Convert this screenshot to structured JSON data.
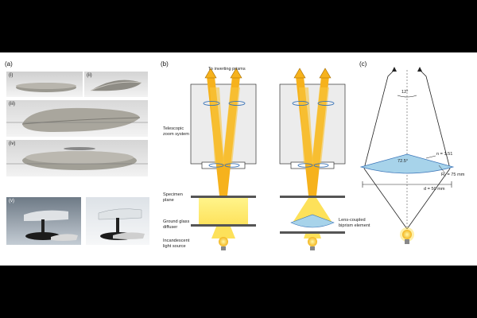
{
  "panels": {
    "a": {
      "label": "(a)",
      "sublabels": [
        "(i)",
        "(ii)",
        "(iii)",
        "(iv)",
        "(v)",
        ""
      ]
    },
    "b": {
      "label": "(b)",
      "to_prisms": "To inverting prisms",
      "zoom_system": [
        "Telescopic",
        "zoom system"
      ],
      "specimen": [
        "Specimen",
        "plane"
      ],
      "diffuser": [
        "Ground glass",
        "diffuser"
      ],
      "source": [
        "Incandescent",
        "light source"
      ],
      "biprism": [
        "Lens-coupled",
        "biprism element"
      ]
    },
    "c": {
      "label": "(c)",
      "angle_top": "12°",
      "angle_apex": "72.5°",
      "refractive_index": "n = 1.51",
      "radius": "R₁ = 75 mm",
      "diameter": "d = 50 mm"
    }
  },
  "colors": {
    "background": "#000000",
    "panel": "#ffffff",
    "beam": "#f6b21c",
    "beam_light": "#fde466",
    "lens": "#9cc7e6",
    "box": "#ececec"
  }
}
